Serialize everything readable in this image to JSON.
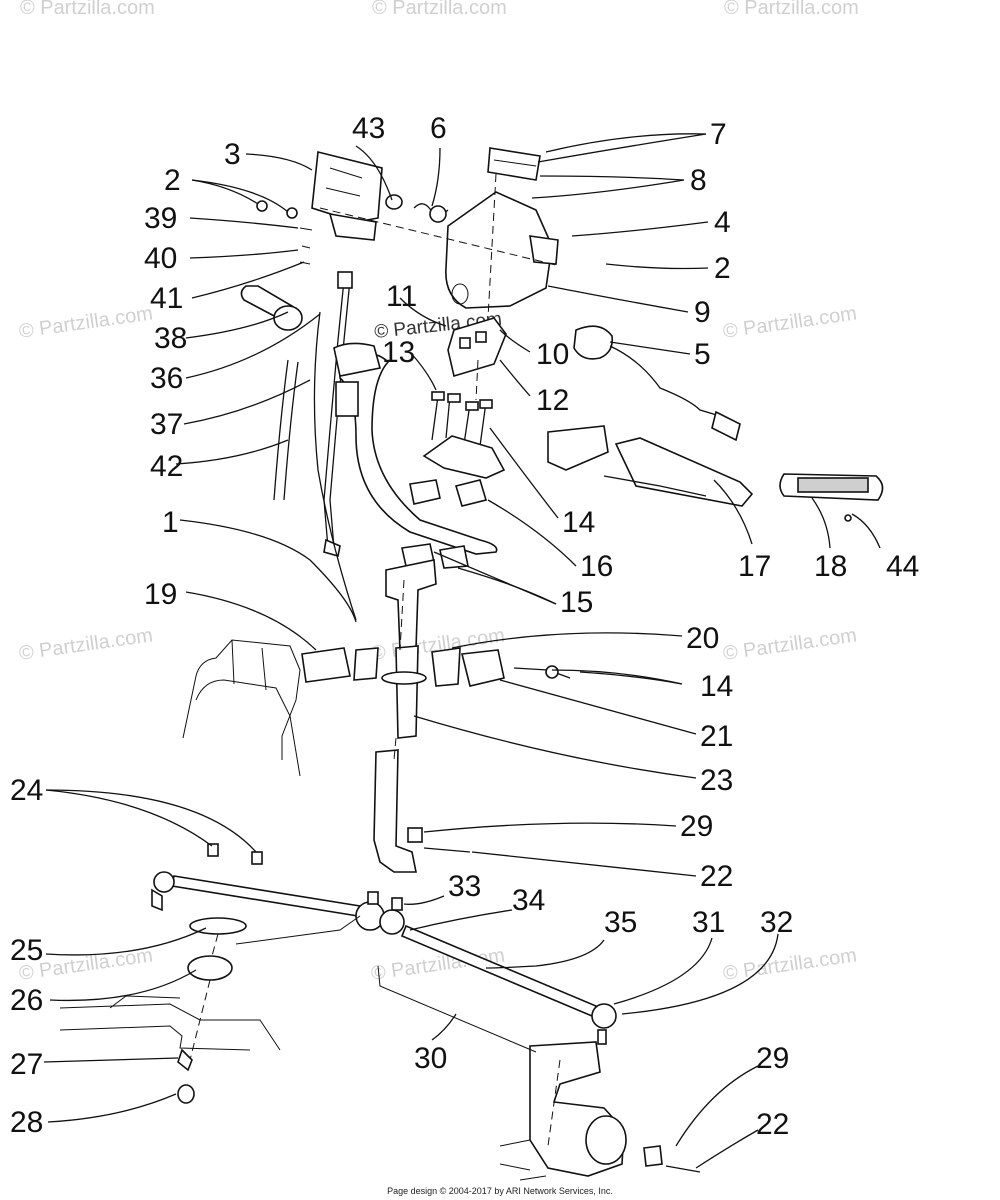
{
  "diagram": {
    "watermark": "© Partzilla.com",
    "footer": "Page design © 2004-2017 by ARI Network Services, Inc.",
    "callouts": [
      "43",
      "6",
      "3",
      "7",
      "2",
      "8",
      "39",
      "4",
      "40",
      "2",
      "41",
      "9",
      "38",
      "11",
      "13",
      "10",
      "5",
      "36",
      "12",
      "37",
      "14",
      "42",
      "16",
      "1",
      "17",
      "18",
      "44",
      "15",
      "19",
      "20",
      "14",
      "21",
      "23",
      "24",
      "29",
      "22",
      "33",
      "34",
      "35",
      "31",
      "32",
      "25",
      "26",
      "30",
      "27",
      "29",
      "28",
      "22"
    ]
  }
}
